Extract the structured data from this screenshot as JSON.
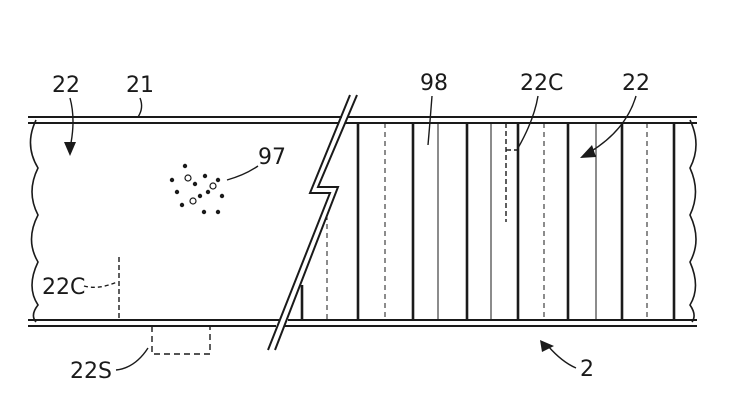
{
  "figure": {
    "labels": {
      "strip_left": "22",
      "strip_right": "22",
      "edge": "21",
      "particles": "97",
      "channel_marker": "98",
      "comb_upper": "22C",
      "comb_lower": "22C",
      "segment": "22S",
      "assembly": "2"
    }
  }
}
